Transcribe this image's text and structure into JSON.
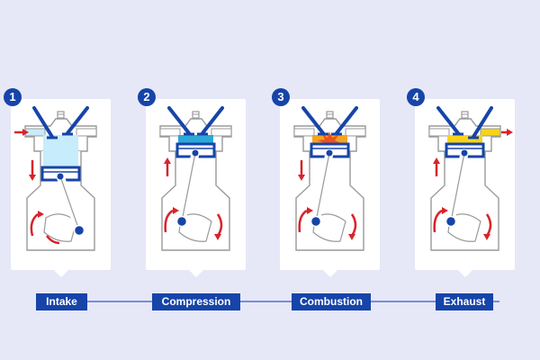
{
  "colors": {
    "background": "#e6e8f8",
    "card": "#ffffff",
    "accent": "#1644a8",
    "outline": "#9a9a9a",
    "arrow": "#d8232a",
    "timeline": "#7a8fd6"
  },
  "strokes": [
    {
      "number": "1",
      "label": "Intake",
      "charge_color": "#c7ecfb",
      "piston_position": "down",
      "piston_direction": "down",
      "intake_valve": "open",
      "exhaust_valve": "closed",
      "flow_arrow": "in",
      "spark": false
    },
    {
      "number": "2",
      "label": "Compression",
      "charge_color": "#2ba8d6",
      "piston_position": "up",
      "piston_direction": "up",
      "intake_valve": "closed",
      "exhaust_valve": "closed",
      "flow_arrow": "none",
      "spark": false
    },
    {
      "number": "3",
      "label": "Combustion",
      "charge_color": "#f6a221",
      "piston_position": "up",
      "piston_direction": "down",
      "intake_valve": "closed",
      "exhaust_valve": "closed",
      "flow_arrow": "none",
      "spark": true
    },
    {
      "number": "4",
      "label": "Exhaust",
      "charge_color": "#f7d417",
      "piston_position": "up",
      "piston_direction": "up",
      "intake_valve": "closed",
      "exhaust_valve": "open",
      "flow_arrow": "out",
      "spark": false
    }
  ]
}
